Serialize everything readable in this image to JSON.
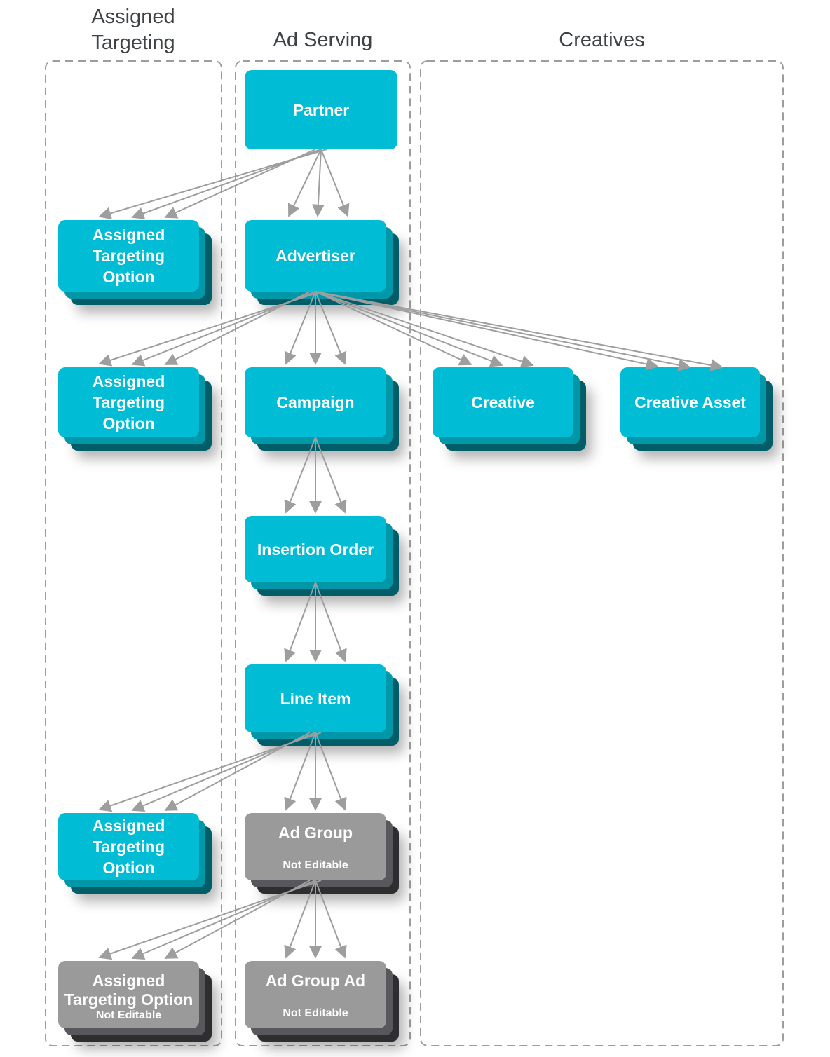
{
  "columns": [
    {
      "title": "Assigned Targeting"
    },
    {
      "title": "Ad Serving"
    },
    {
      "title": "Creatives"
    }
  ],
  "nodes": {
    "partner": {
      "label": "Partner"
    },
    "advertiser": {
      "label": "Advertiser"
    },
    "campaign": {
      "label": "Campaign"
    },
    "insertion_order": {
      "label": "Insertion Order"
    },
    "line_item": {
      "label": "Line Item"
    },
    "ad_group": {
      "label": "Ad Group",
      "badge": "Not Editable"
    },
    "ad_group_ad": {
      "label": "Ad Group Ad",
      "badge": "Not Editable"
    },
    "creative": {
      "label": "Creative"
    },
    "creative_asset": {
      "label": "Creative Asset"
    },
    "assigned_targeting_option": {
      "lines": [
        "Assigned",
        "Targeting",
        "Option"
      ]
    },
    "assigned_targeting_option_not_editable": {
      "lines": [
        "Assigned",
        "Targeting Option"
      ],
      "badge": "Not Editable"
    }
  },
  "edges": [
    {
      "from": "partner",
      "to": "assigned_targeting_option"
    },
    {
      "from": "partner",
      "to": "advertiser"
    },
    {
      "from": "advertiser",
      "to": "assigned_targeting_option"
    },
    {
      "from": "advertiser",
      "to": "campaign"
    },
    {
      "from": "advertiser",
      "to": "creative"
    },
    {
      "from": "advertiser",
      "to": "creative_asset"
    },
    {
      "from": "campaign",
      "to": "insertion_order"
    },
    {
      "from": "insertion_order",
      "to": "line_item"
    },
    {
      "from": "line_item",
      "to": "assigned_targeting_option"
    },
    {
      "from": "line_item",
      "to": "ad_group"
    },
    {
      "from": "ad_group",
      "to": "assigned_targeting_option_not_editable"
    },
    {
      "from": "ad_group",
      "to": "ad_group_ad"
    }
  ],
  "colors": {
    "node_fill": "#00BCD4",
    "node_layer2": "#0097A9",
    "node_layer3": "#015E69",
    "locked_fill": "#9A9A9A",
    "locked_layer2": "#58585C",
    "locked_layer3": "#2E2E30",
    "arrow": "#9E9E9E",
    "border": "#9D9D9D",
    "header_text": "#3F4346",
    "node_text": "#FFFFFF"
  }
}
